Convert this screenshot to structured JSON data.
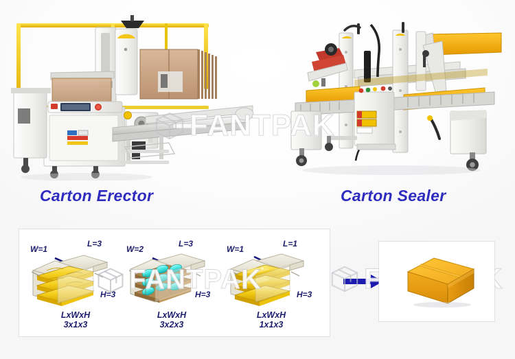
{
  "page": {
    "background_color": "#fafafb",
    "accent_blue": "#2e2bbf",
    "carton_yellow": "#f0a81e",
    "machine_grey": "#e6e5e0",
    "safety_yellow": "#f2c200"
  },
  "watermark": {
    "text": "FANTPAK",
    "icon": "cube-outline-icon",
    "instances": [
      "top-center",
      "bottom-left",
      "bottom-right"
    ]
  },
  "captions": {
    "erector": "Carton Erector",
    "sealer": "Carton Sealer"
  },
  "machines": [
    {
      "id": "carton-erector",
      "label": "Carton Erector",
      "icon": "carton-erector-machine"
    },
    {
      "id": "carton-sealer",
      "label": "Carton Sealer",
      "icon": "carton-sealer-machine"
    }
  ],
  "panel": {
    "diagrams": [
      {
        "width_label": "W=1",
        "length_label": "L=3",
        "height_label": "H=3",
        "spec_title": "LxWxH",
        "spec_value": "3x1x3",
        "content_color": "#f5cf1c",
        "columns": 3,
        "rows": 1,
        "layers": 3
      },
      {
        "width_label": "W=2",
        "length_label": "L=3",
        "height_label": "H=3",
        "spec_title": "LxWxH",
        "spec_value": "3x2x3",
        "content_color": "#3fe3e0",
        "columns": 3,
        "rows": 2,
        "layers": 3
      },
      {
        "width_label": "W=1",
        "length_label": "L=1",
        "height_label": "H=3",
        "spec_title": "LxWxH",
        "spec_value": "1x1x3",
        "content_color": "#f5cf1c",
        "columns": 1,
        "rows": 1,
        "layers": 3
      }
    ],
    "transfer_arrow": "right-arrow-icon",
    "result": {
      "icon": "sealed-carton-icon",
      "color": "#f0a81e"
    }
  }
}
